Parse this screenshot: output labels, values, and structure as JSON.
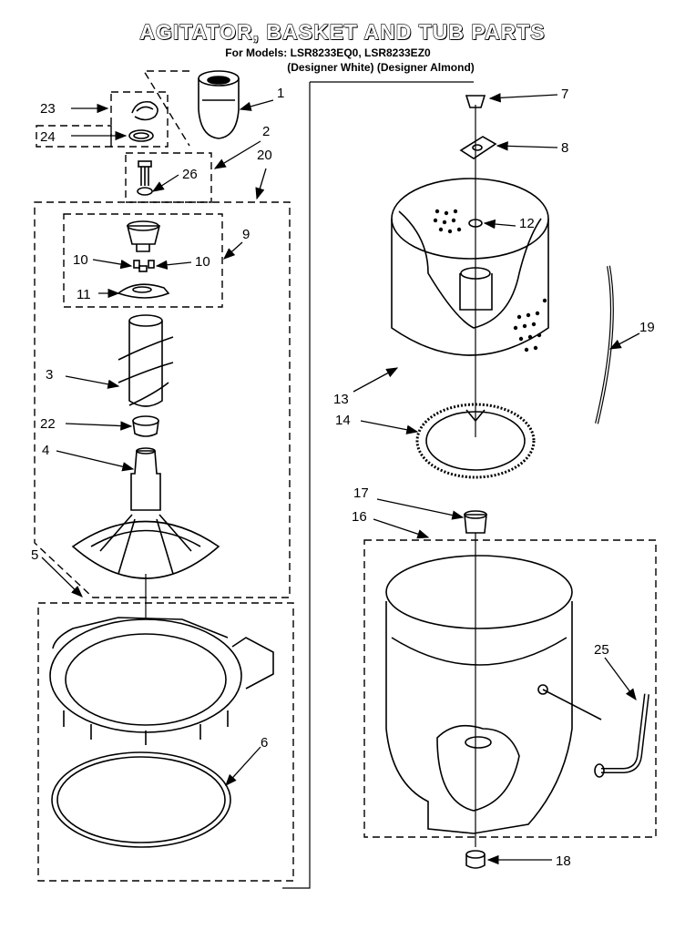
{
  "title": "AGITATOR, BASKET AND TUB PARTS",
  "models_line": "For Models: LSR8233EQ0, LSR8233EZ0",
  "finish_line": "(Designer White) (Designer Almond)",
  "callouts": {
    "c1": "1",
    "c2": "2",
    "c3": "3",
    "c4": "4",
    "c5": "5",
    "c6": "6",
    "c7": "7",
    "c8": "8",
    "c9": "9",
    "c10a": "10",
    "c10b": "10",
    "c11": "11",
    "c12": "12",
    "c13": "13",
    "c14": "14",
    "c16": "16",
    "c17": "17",
    "c18": "18",
    "c19": "19",
    "c20": "20",
    "c22": "22",
    "c23": "23",
    "c24": "24",
    "c25": "25",
    "c26": "26"
  }
}
